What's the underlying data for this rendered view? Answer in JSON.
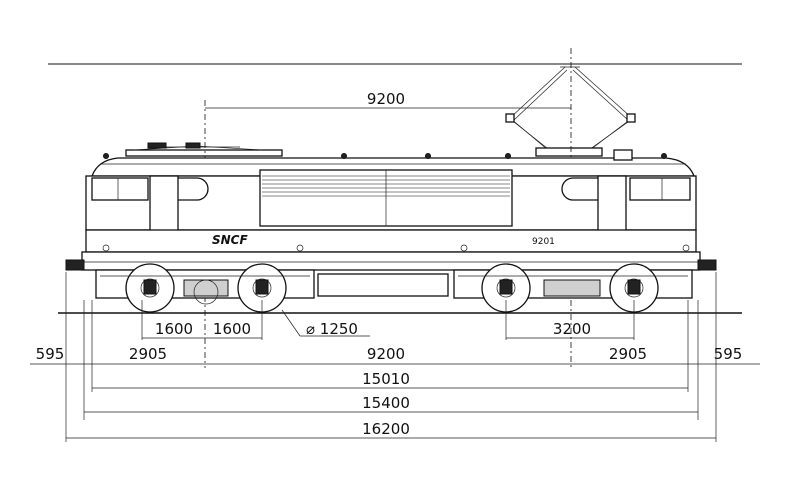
{
  "locomotive": {
    "brand": "SNCF",
    "number": "9201"
  },
  "dimensions": {
    "pantograph_spacing": "9200",
    "axle_spacing_left_a": "1600",
    "axle_spacing_left_b": "1600",
    "wheel_diameter": "⌀ 1250",
    "axle_spacing_right": "3200",
    "overhang_left": "595",
    "end_to_bogie_left": "2905",
    "bogie_centers": "9200",
    "end_to_bogie_right": "2905",
    "overhang_right": "595",
    "length_body": "15010",
    "length_frame": "15400",
    "length_over_buffers": "16200"
  }
}
